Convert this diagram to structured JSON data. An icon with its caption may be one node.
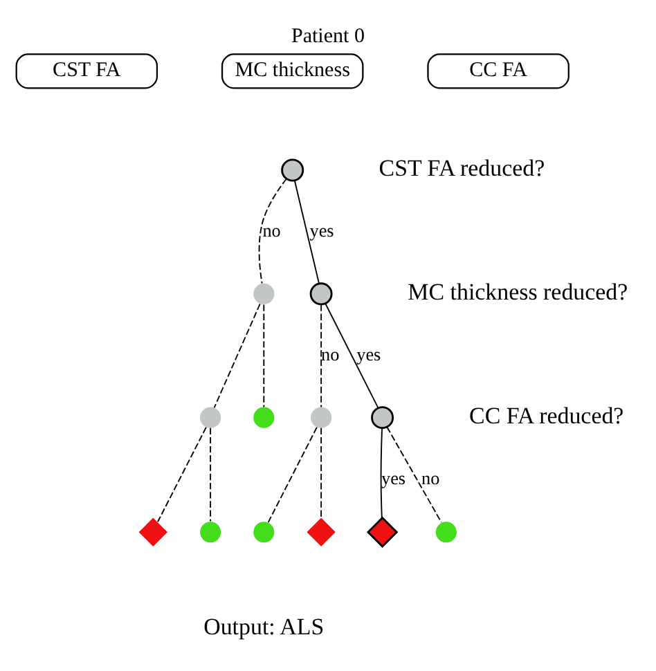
{
  "diagram": {
    "title": "Patient 0",
    "caption": "Output: ALS",
    "nodes": [
      {
        "text": [
          "CST FA"
        ]
      },
      {
        "text": [
          "MC thickness"
        ]
      },
      {
        "text": [
          "CC FA"
        ]
      },
      {
        "text": [],
        "shape": "circle",
        "beside": [
          "CST FA reduced?"
        ]
      },
      {
        "text": [],
        "shape": "circle"
      },
      {
        "text": [],
        "shape": "circle",
        "beside": [
          "MC thickness reduced?"
        ]
      },
      {
        "text": [],
        "shape": "circle"
      },
      {
        "text": [],
        "shape": "circle"
      },
      {
        "text": [],
        "shape": "circle"
      },
      {
        "text": [],
        "shape": "circle",
        "beside": [
          "CC FA reduced?"
        ]
      },
      {
        "text": [],
        "shape": "diamond"
      },
      {
        "text": [],
        "shape": "circle"
      },
      {
        "text": [],
        "shape": "circle"
      },
      {
        "text": [],
        "shape": "diamond"
      },
      {
        "text": [],
        "shape": "diamond"
      },
      {
        "text": [],
        "shape": "circle"
      }
    ],
    "edges": [
      {
        "from": 3,
        "to": 4,
        "arrow": "none",
        "label": "no",
        "style": "dashed"
      },
      {
        "from": 3,
        "to": 5,
        "arrow": "none",
        "label": "yes"
      },
      {
        "from": 4,
        "to": 6,
        "arrow": "none",
        "style": "dashed"
      },
      {
        "from": 4,
        "to": 7,
        "arrow": "none",
        "style": "dashed"
      },
      {
        "from": 5,
        "to": 8,
        "arrow": "none",
        "label": "no",
        "style": "dashed"
      },
      {
        "from": 5,
        "to": 9,
        "arrow": "none",
        "label": "yes"
      },
      {
        "from": 6,
        "to": 10,
        "arrow": "none",
        "style": "dashed"
      },
      {
        "from": 6,
        "to": 11,
        "arrow": "none",
        "style": "dashed"
      },
      {
        "from": 8,
        "to": 12,
        "arrow": "none",
        "style": "dashed"
      },
      {
        "from": 8,
        "to": 13,
        "arrow": "none",
        "style": "dashed"
      },
      {
        "from": 9,
        "to": 14,
        "arrow": "none",
        "label": "yes"
      },
      {
        "from": 9,
        "to": 15,
        "arrow": "none",
        "label": "no",
        "style": "dashed"
      }
    ]
  }
}
